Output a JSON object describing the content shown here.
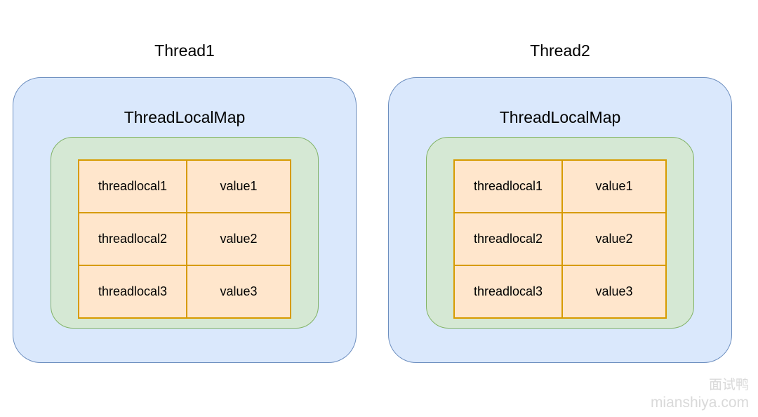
{
  "threads": [
    {
      "title": "Thread1",
      "map_title": "ThreadLocalMap",
      "entries": [
        {
          "key": "threadlocal1",
          "value": "value1"
        },
        {
          "key": "threadlocal2",
          "value": "value2"
        },
        {
          "key": "threadlocal3",
          "value": "value3"
        }
      ]
    },
    {
      "title": "Thread2",
      "map_title": "ThreadLocalMap",
      "entries": [
        {
          "key": "threadlocal1",
          "value": "value1"
        },
        {
          "key": "threadlocal2",
          "value": "value2"
        },
        {
          "key": "threadlocal3",
          "value": "value3"
        }
      ]
    }
  ],
  "watermark": {
    "line1": "面试鸭",
    "line2": "mianshiya.com"
  },
  "colors": {
    "thread_box_fill": "#dae8fc",
    "thread_box_stroke": "#6c8ebf",
    "map_box_fill": "#d5e8d4",
    "map_box_stroke": "#82b366",
    "entry_cell_fill": "#ffe6cc",
    "entry_cell_stroke": "#d79b00",
    "text": "#000000",
    "watermark_text": "#d9d9d9"
  }
}
